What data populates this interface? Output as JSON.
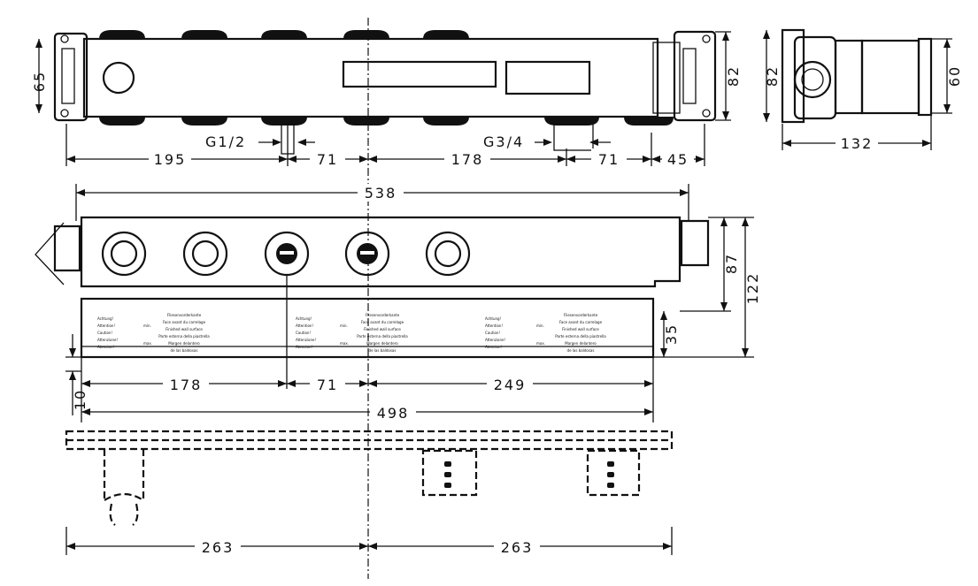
{
  "dimensions": {
    "top_view": {
      "h65": "65",
      "h82_left": "82",
      "thread_left": "G1/2",
      "thread_right": "G3/4",
      "d195": "195",
      "d71_a": "71",
      "d178": "178",
      "d71_b": "71",
      "d45": "45"
    },
    "side_view": {
      "h82": "82",
      "h60": "60",
      "w132": "132"
    },
    "front_view": {
      "w538": "538",
      "h87": "87",
      "h122": "122",
      "h35": "35",
      "h10": "10",
      "d178": "178",
      "d71": "71",
      "d249": "249",
      "w498": "498"
    },
    "bottom_view": {
      "d263_left": "263",
      "d263_right": "263"
    }
  },
  "template_label": {
    "lines": [
      "Fliesenvorderkante",
      "Face avant du carrelage",
      "Finished wall surface",
      "Parte esterna della piastrella",
      "Margen delantero",
      "de las baldosas"
    ],
    "side_left": [
      "Achtung!",
      "Attention!",
      "Caution!",
      "Attenzione!",
      "Atencion!"
    ],
    "min": "min.",
    "max": "max."
  },
  "colors": {
    "line": "#111111",
    "background": "#ffffff"
  }
}
